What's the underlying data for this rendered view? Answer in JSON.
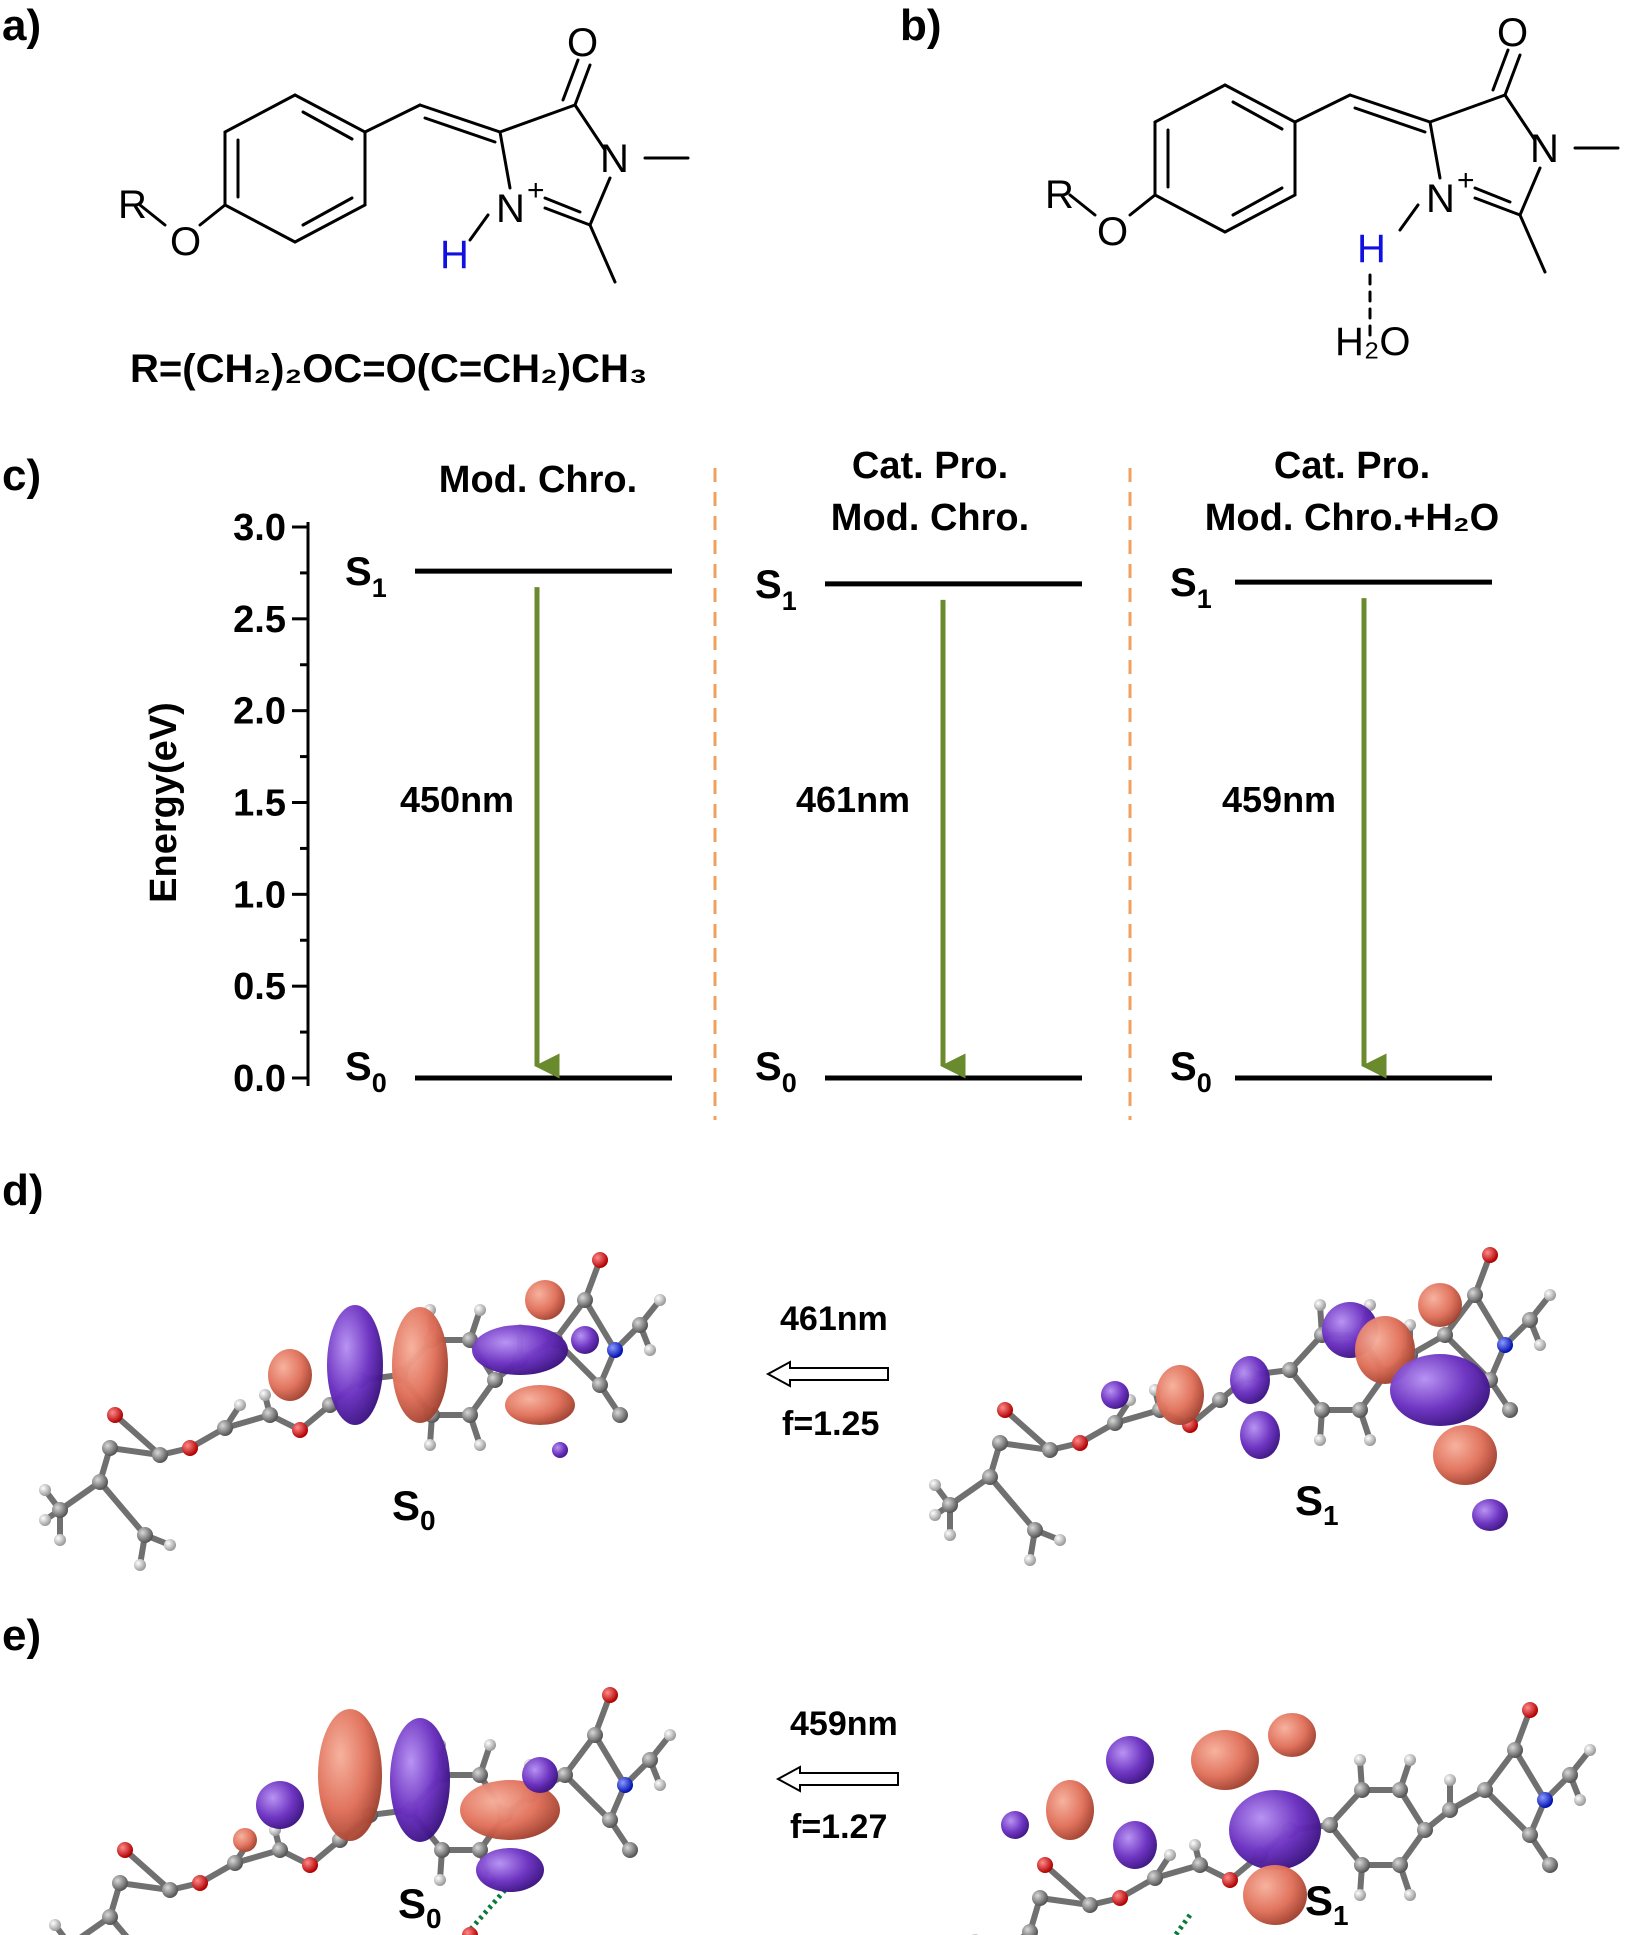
{
  "panels": {
    "a": "a)",
    "b": "b)",
    "c": "c)",
    "d": "d)",
    "e": "e)"
  },
  "structure_a": {
    "R": "R",
    "O": "O",
    "O_carbonyl": "O",
    "N_methyl": "N",
    "N_plus": "N",
    "plus": "+",
    "H": "H",
    "r_formula": "R=(CH₂)₂OC=O(C=CH₂)CH₃"
  },
  "structure_b": {
    "R": "R",
    "O": "O",
    "O_carbonyl": "O",
    "N_methyl": "N",
    "N_plus": "N",
    "plus": "+",
    "H": "H",
    "water": "H₂O"
  },
  "chart_data": {
    "type": "energy-level-diagram",
    "ylabel": "Energy(eV)",
    "ylim": [
      0.0,
      3.0
    ],
    "yticks": [
      "0.0",
      "0.5",
      "1.0",
      "1.5",
      "2.0",
      "2.5",
      "3.0"
    ],
    "grid": false,
    "columns": [
      {
        "title_lines": [
          "Mod. Chro."
        ],
        "S1_label": "S1",
        "S0_label": "S0",
        "S1": 2.76,
        "S0": 0.0,
        "transition": "450nm"
      },
      {
        "title_lines": [
          "Cat. Pro.",
          "Mod.  Chro."
        ],
        "S1_label": "S1",
        "S0_label": "S0",
        "S1": 2.69,
        "S0": 0.0,
        "transition": "461nm"
      },
      {
        "title_lines": [
          "Cat. Pro.",
          "Mod. Chro.+H₂O"
        ],
        "S1_label": "S1",
        "S0_label": "S0",
        "S1": 2.7,
        "S0": 0.0,
        "transition": "459nm"
      }
    ]
  },
  "orbitals_d": {
    "left_state": "S0",
    "right_state": "S1",
    "wavelength": "461nm",
    "oscillator": "f=1.25"
  },
  "orbitals_e": {
    "left_state": "S0",
    "right_state": "S1",
    "wavelength": "459nm",
    "oscillator": "f=1.27"
  },
  "colors": {
    "arrow": "#6a8a2e",
    "divider": "#f0a060",
    "lobe_positive": "#e0705a",
    "lobe_negative": "#6a2fc0",
    "atom_carbon": "#8a8a8a",
    "atom_oxygen": "#d01818",
    "atom_nitrogen": "#1a2ad0",
    "hydrogen_highlight": "#1010e0"
  }
}
